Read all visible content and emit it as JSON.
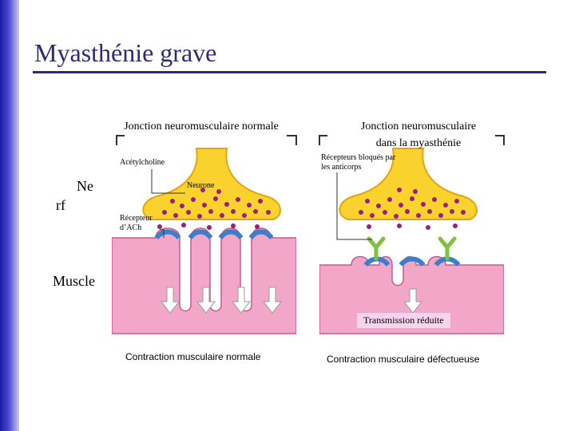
{
  "slide": {
    "title": "Myasthénie grave"
  },
  "left_panel": {
    "title": "Jonction neuromusculaire normale",
    "label_acetylcholine": "Acétylcholine",
    "label_neurone": "Neurone",
    "label_recepteur_line1": "Récepteur",
    "label_recepteur_line2": "d’ACh",
    "caption": "Contraction musculaire normale"
  },
  "right_panel": {
    "title_line1": "Jonction neuromusculaire",
    "title_line2": "dans la myasthénie",
    "label_blocked_line1": "Récepteurs bloqués par",
    "label_blocked_line2": "les anticorps",
    "badge": "Transmission réduite",
    "caption": "Contraction musculaire défectueuse"
  },
  "side_labels": {
    "nerf_part1": "Ne",
    "nerf_part2": "rf",
    "muscle": "Muscle"
  },
  "colors": {
    "title": "#2b2b7a",
    "neuron": "#f9d22e",
    "neuron_outline": "#e2a511",
    "vesicle": "#9b1f7c",
    "muscle": "#f2a6c8",
    "muscle_outline": "#c45a8a",
    "receptor": "#3a7fc8",
    "antibody": "#7fc23c",
    "badge": "#f7d3ee"
  }
}
